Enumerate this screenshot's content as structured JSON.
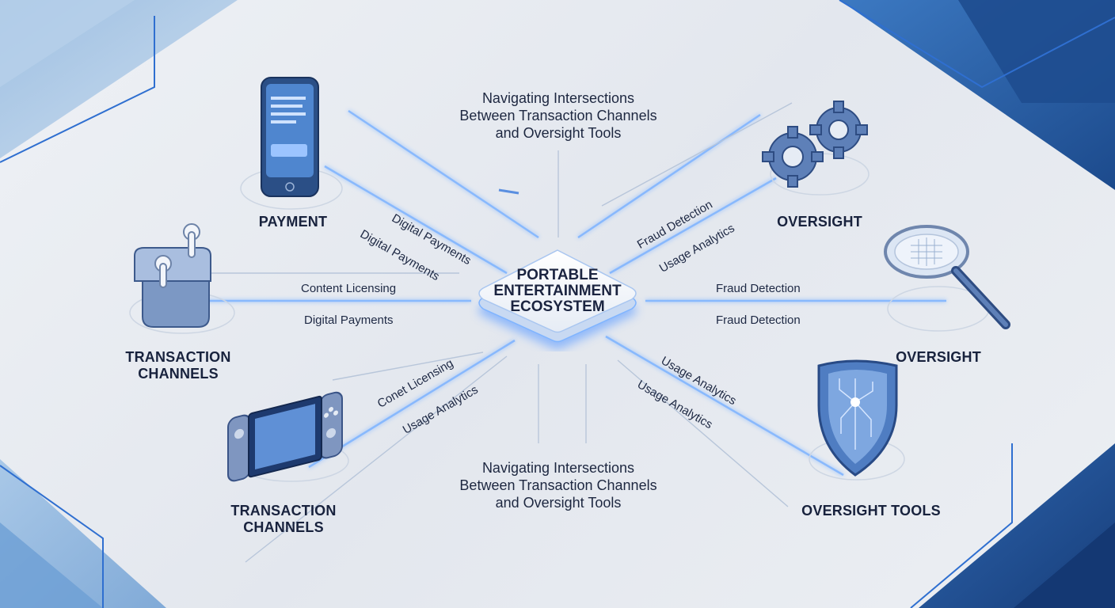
{
  "hub": {
    "lines": [
      "PORTABLE",
      "ENTERTAINMENT",
      "ECOSYSTEM"
    ]
  },
  "subtitles": {
    "top": [
      "Navigating Intersections",
      "Between Transaction Channels",
      "and Oversight Tools"
    ],
    "bottom": [
      "Navigating Intersections",
      "Between Transaction Channels",
      "and Oversight Tools"
    ]
  },
  "nodes": {
    "phone": {
      "label": "PAYMENT",
      "icon": "smartphone-icon"
    },
    "earbuds": {
      "label_lines": [
        "TRANSACTION",
        "CHANNELS"
      ],
      "icon": "earbuds-icon"
    },
    "console": {
      "label_lines": [
        "TRANSACTION",
        "CHANNELS"
      ],
      "icon": "handheld-console-icon"
    },
    "gears": {
      "label": "OVERSIGHT",
      "icon": "gears-icon"
    },
    "magnifier": {
      "label": "OVERSIGHT",
      "icon": "magnifier-icon"
    },
    "shield": {
      "label": "OVERSIGHT TOOLS",
      "icon": "shield-icon"
    }
  },
  "connections": {
    "phone": [
      "Digital Payments",
      "Digital Payments"
    ],
    "earbuds": [
      "Content Licensing",
      "Digital Payments"
    ],
    "console": [
      "Conet Licensing",
      "Usage Analytics"
    ],
    "gears": [
      "Fraud Detection",
      "Usage Analytics"
    ],
    "magnifier": [
      "Fraud Detection",
      "Fraud Detection"
    ],
    "shield": [
      "Usage Analytics",
      "Usage Analytics"
    ]
  },
  "colors": {
    "accent": "#2f6fd0",
    "glow": "#7fb4ff",
    "corner_dark": "#1d4f94",
    "corner_light": "#a9c8e8",
    "text": "#1b2440"
  }
}
